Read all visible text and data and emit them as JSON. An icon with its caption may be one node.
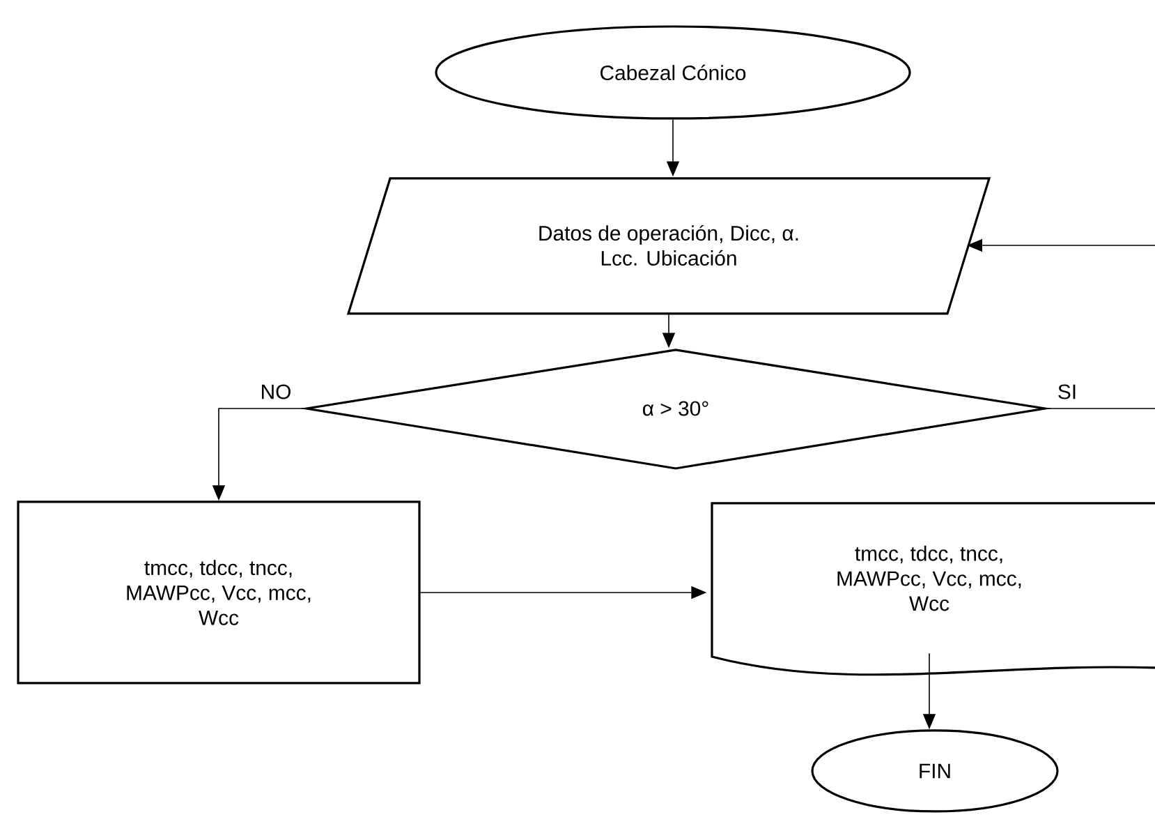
{
  "diagram": {
    "nodes": [
      {
        "text": [
          "Cabezal Cónico"
        ]
      },
      {
        "text": [
          "Datos de operación, Dicc, α. Lcc. Ubicación"
        ]
      },
      {
        "text": [
          "α  > 30°"
        ]
      },
      {
        "text": [
          "tmcc, tdcc, tncc, MAWPcc, Vcc, mcc, Wcc"
        ]
      },
      {
        "text": [
          "tmcc, tdcc, tncc, MAWPcc, Vcc, mcc, Wcc"
        ]
      },
      {
        "text": [
          "FIN"
        ]
      }
    ],
    "edges": [
      {
        "from": 0,
        "to": 1,
        "arrow": "to"
      },
      {
        "from": 1,
        "to": 2,
        "arrow": "to"
      },
      {
        "from": 2,
        "to": 3,
        "arrow": "to",
        "label": "NO"
      },
      {
        "from": 2,
        "to": null,
        "arrow": "none",
        "label": "SI"
      },
      {
        "from": null,
        "to": 1,
        "arrow": "to"
      },
      {
        "from": 3,
        "to": 4,
        "arrow": "to"
      },
      {
        "from": 4,
        "to": 5,
        "arrow": "to"
      }
    ]
  }
}
